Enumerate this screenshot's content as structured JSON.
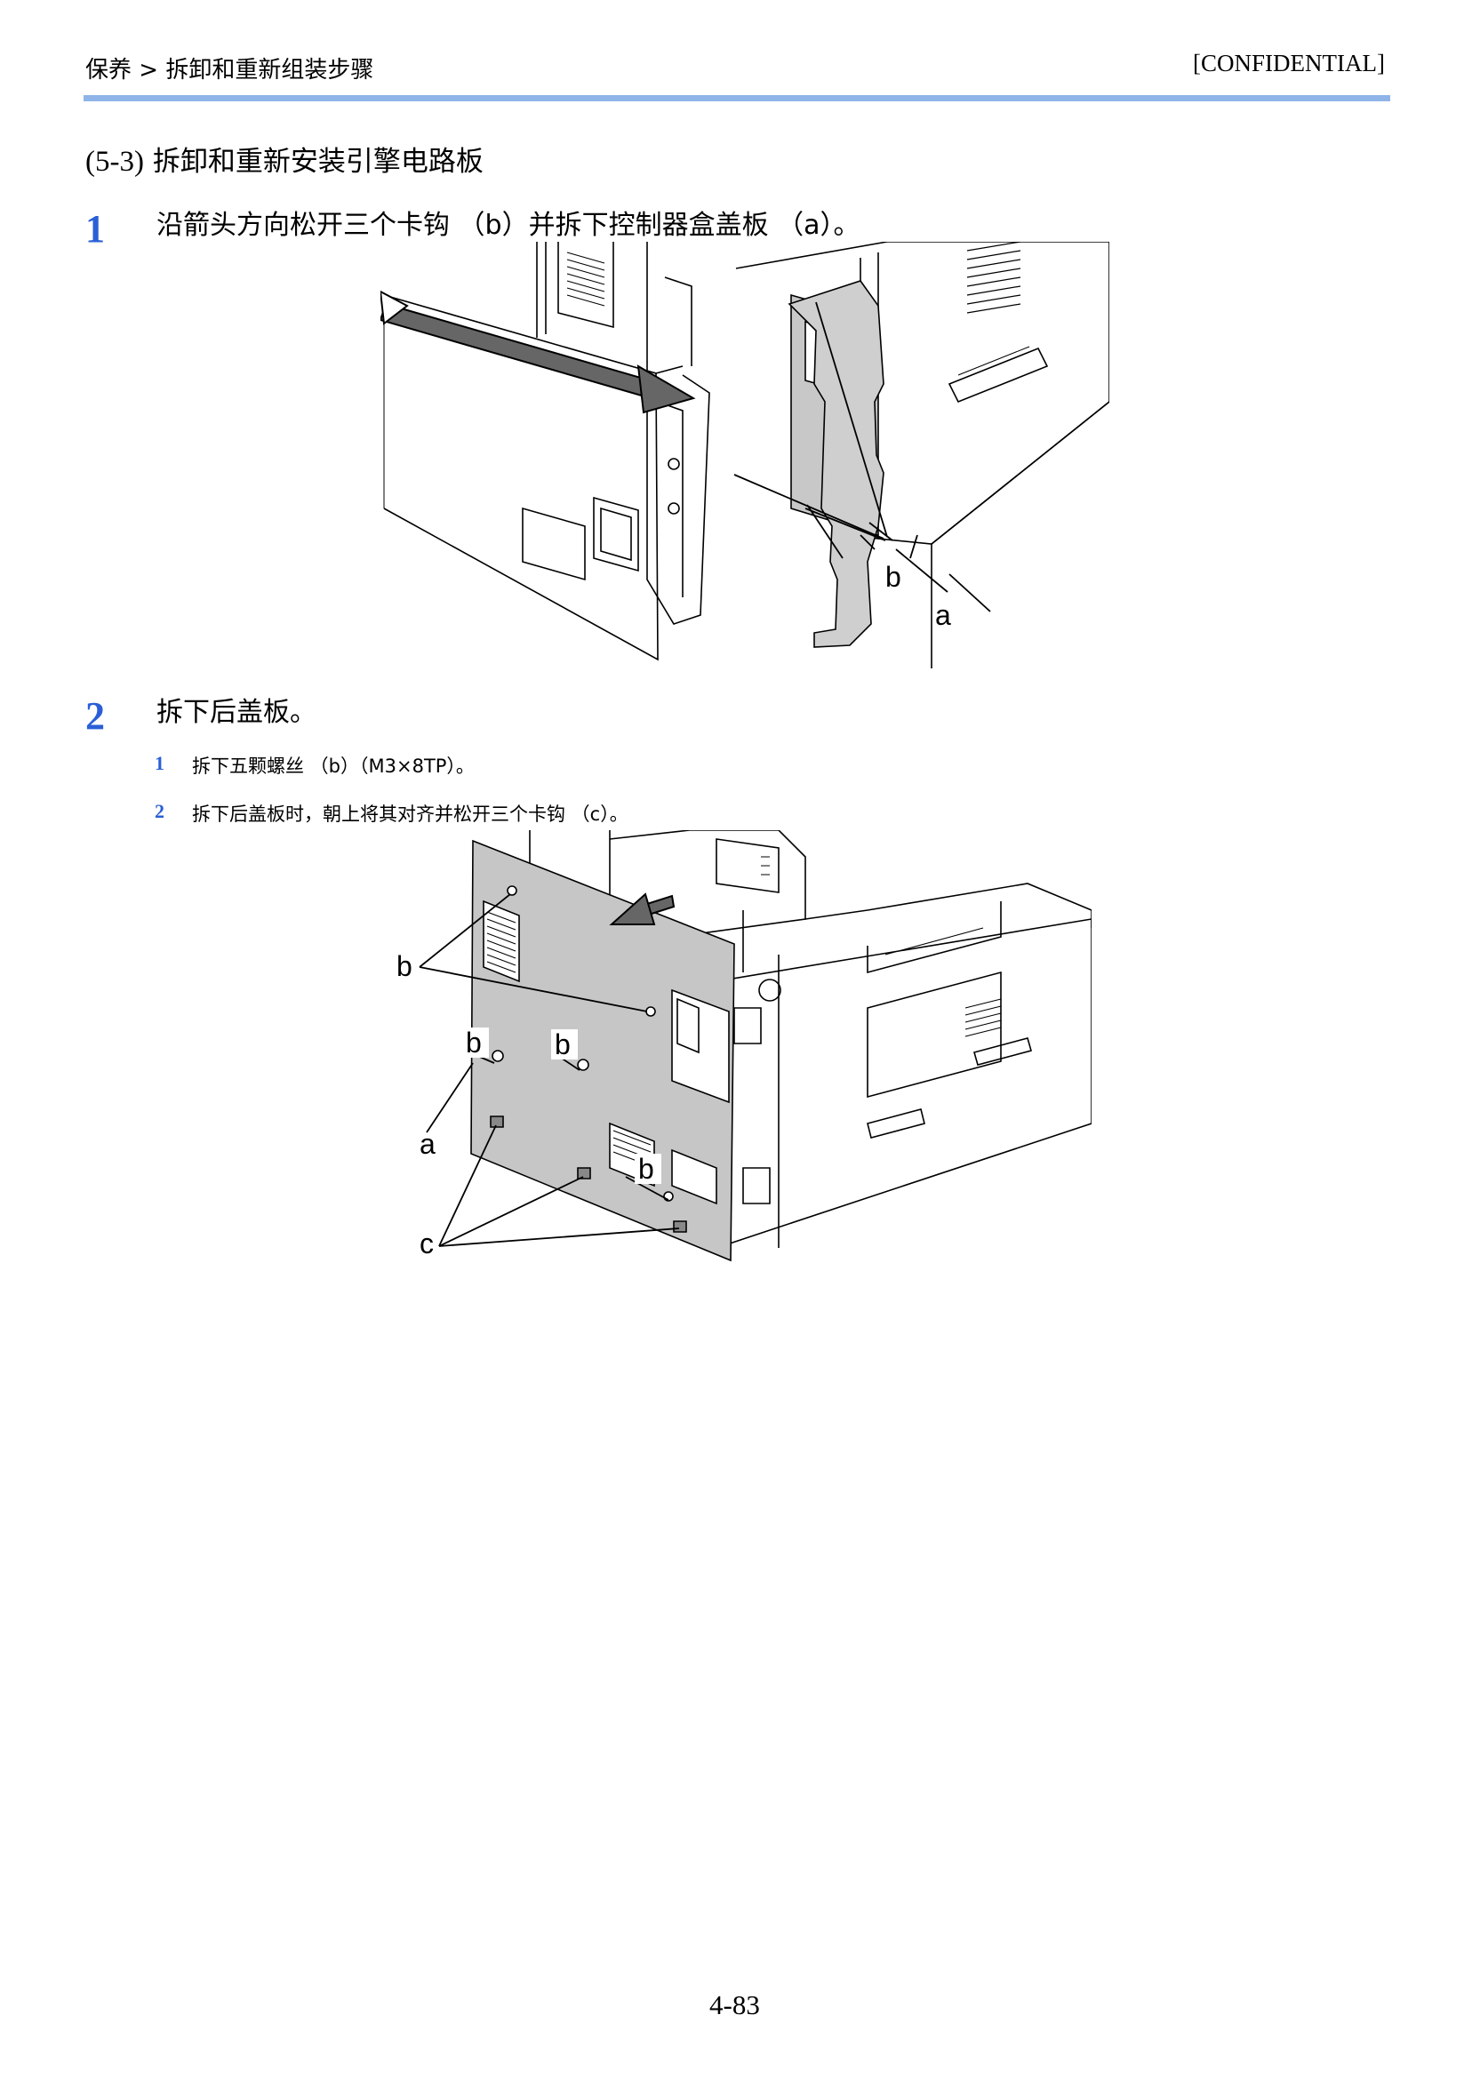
{
  "header": {
    "breadcrumb": "保养 > 拆卸和重新组装步骤",
    "confidential": "[CONFIDENTIAL]"
  },
  "section": {
    "number": "(5-3)",
    "title": "拆卸和重新安装引擎电路板"
  },
  "steps": [
    {
      "number": "1",
      "text": "沿箭头方向松开三个卡钩 （b）并拆下控制器盒盖板 （a）。",
      "figure_labels": [
        "b",
        "a"
      ]
    },
    {
      "number": "2",
      "text": "拆下后盖板。",
      "substeps": [
        {
          "number": "1",
          "text": "拆下五颗螺丝 （b）（M3×8TP）。"
        },
        {
          "number": "2",
          "text": "拆下后盖板时，朝上将其对齐并松开三个卡钩 （c）。"
        }
      ],
      "figure_labels": [
        "b",
        "b",
        "b",
        "a",
        "b",
        "c"
      ]
    }
  ],
  "footer": {
    "page_number": "4-83"
  }
}
